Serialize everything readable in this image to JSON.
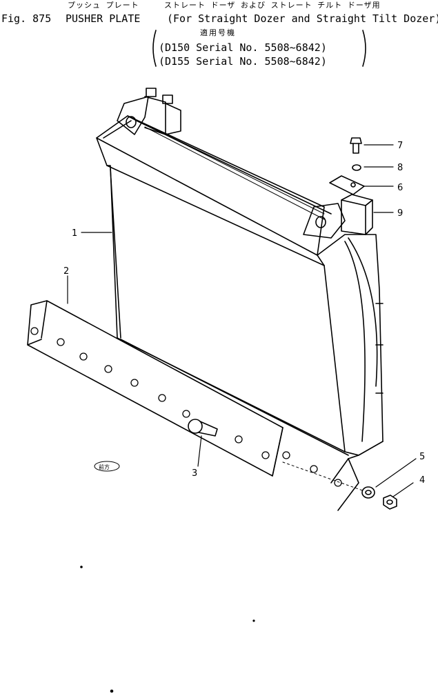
{
  "header": {
    "fig_label": "Fig. 875",
    "title_en": "PUSHER PLATE",
    "title_jp": "プッシュ プレート",
    "applies_jp": "ストレート ドーザ および ストレート チルト ドーザ用",
    "applies_en": "For Straight Dozer and Straight Tilt Dozer",
    "model_heading_jp": "適用号機",
    "serials": [
      "D150 Serial No. 5508~6842",
      "D155 Serial No. 5508~6842"
    ]
  },
  "callouts": {
    "c1": "1",
    "c2": "2",
    "c3": "3",
    "c4": "4",
    "c5": "5",
    "c6": "6",
    "c7": "7",
    "c8": "8",
    "c9": "9"
  },
  "front_mark": "前方"
}
